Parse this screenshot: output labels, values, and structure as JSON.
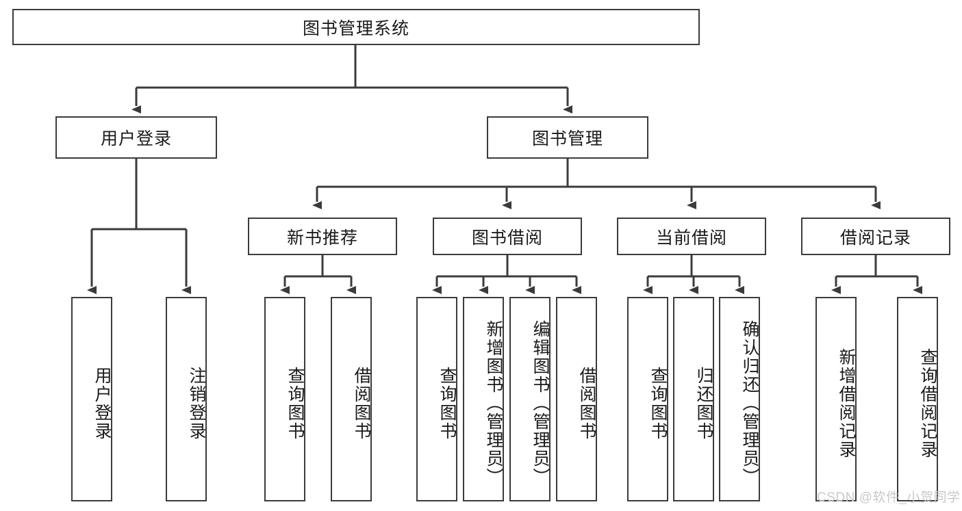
{
  "diagram": {
    "type": "tree-hierarchy",
    "title_node": {
      "label": "图书管理系统"
    },
    "level2": [
      {
        "id": "user-login",
        "label": "用户登录"
      },
      {
        "id": "book-management",
        "label": "图书管理"
      }
    ],
    "level3": [
      {
        "id": "new-book-recommend",
        "label": "新书推荐",
        "parent": "book-management"
      },
      {
        "id": "book-borrow",
        "label": "图书借阅",
        "parent": "book-management"
      },
      {
        "id": "current-borrow",
        "label": "当前借阅",
        "parent": "book-management"
      },
      {
        "id": "borrow-record",
        "label": "借阅记录",
        "parent": "book-management"
      }
    ],
    "leaves": [
      {
        "id": "leaf-user-login",
        "label": "用户登录",
        "parent": "user-login"
      },
      {
        "id": "leaf-logout",
        "label": "注销登录",
        "parent": "user-login"
      },
      {
        "id": "leaf-query-book-1",
        "label": "查询图书",
        "parent": "new-book-recommend"
      },
      {
        "id": "leaf-borrow-book-1",
        "label": "借阅图书",
        "parent": "new-book-recommend"
      },
      {
        "id": "leaf-query-book-2",
        "label": "查询图书",
        "parent": "book-borrow"
      },
      {
        "id": "leaf-add-book",
        "label": "新增图书（管理员）",
        "parent": "book-borrow"
      },
      {
        "id": "leaf-edit-book",
        "label": "编辑图书（管理员）",
        "parent": "book-borrow"
      },
      {
        "id": "leaf-borrow-book-2",
        "label": "借阅图书",
        "parent": "book-borrow"
      },
      {
        "id": "leaf-query-book-3",
        "label": "查询图书",
        "parent": "current-borrow"
      },
      {
        "id": "leaf-return-book",
        "label": "归还图书",
        "parent": "current-borrow"
      },
      {
        "id": "leaf-confirm-return",
        "label": "确认归还（管理员）",
        "parent": "current-borrow"
      },
      {
        "id": "leaf-add-record",
        "label": "新增借阅记录",
        "parent": "borrow-record"
      },
      {
        "id": "leaf-query-record",
        "label": "查询借阅记录",
        "parent": "borrow-record"
      }
    ],
    "colors": {
      "stroke": "#3b3b3b",
      "fill": "#ffffff",
      "text": "#1a1a1a",
      "watermark": "#c9c9c9"
    }
  },
  "watermark": {
    "text": "CSDN @软件_小贺同学"
  }
}
